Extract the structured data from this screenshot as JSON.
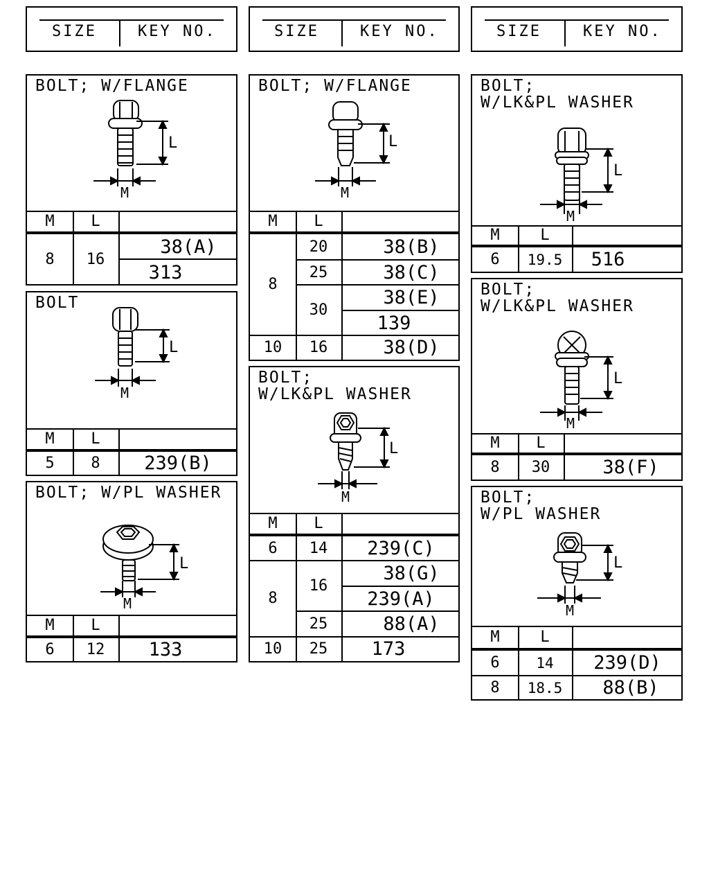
{
  "header": {
    "size_label": "SIZE",
    "key_label": "KEY NO."
  },
  "table_headers": {
    "m": "M",
    "l": "L"
  },
  "dim_labels": {
    "length": "L",
    "diameter": "M"
  },
  "panels": {
    "flange1": {
      "title": "BOLT; W/FLANGE",
      "rows": [
        {
          "m": "8",
          "l": "16",
          "keys": [
            "38(A)",
            "313"
          ]
        }
      ]
    },
    "bolt": {
      "title": "BOLT",
      "rows": [
        {
          "m": "5",
          "l": "8",
          "keys": [
            "239(B)"
          ]
        }
      ]
    },
    "pl_washer1": {
      "title": "BOLT; W/PL WASHER",
      "rows": [
        {
          "m": "6",
          "l": "12",
          "keys": [
            "133"
          ]
        }
      ]
    },
    "flange2": {
      "title": "BOLT; W/FLANGE",
      "m_8": "8",
      "rows": [
        {
          "l": "20",
          "key": "38(B)"
        },
        {
          "l": "25",
          "key": "38(C)"
        },
        {
          "l": "30",
          "keys": [
            "38(E)",
            "139"
          ]
        },
        {
          "m": "10",
          "l": "16",
          "key": "38(D)"
        }
      ]
    },
    "lkpl_mid": {
      "title_line1": "BOLT;",
      "title_line2": "W/LK&PL WASHER",
      "rows": [
        {
          "m": "6",
          "l": "14",
          "key": "239(C)"
        },
        {
          "m": "8",
          "l16": "16",
          "keys16": [
            "38(G)",
            "239(A)"
          ],
          "l25": "25",
          "key25": "88(A)"
        },
        {
          "m": "10",
          "l": "25",
          "key": "173"
        }
      ]
    },
    "lkpl_r1": {
      "title_line1": "BOLT;",
      "title_line2": "W/LK&PL WASHER",
      "rows": [
        {
          "m": "6",
          "l": "19.5",
          "key": "516"
        }
      ]
    },
    "lkpl_r2": {
      "title_line1": "BOLT;",
      "title_line2": "W/LK&PL WASHER",
      "rows": [
        {
          "m": "8",
          "l": "30",
          "key": "38(F)"
        }
      ]
    },
    "pl_washer_r": {
      "title_line1": "BOLT;",
      "title_line2": "W/PL WASHER",
      "rows": [
        {
          "m": "6",
          "l": "14",
          "key": "239(D)"
        },
        {
          "m": "8",
          "l": "18.5",
          "key": "88(B)"
        }
      ]
    }
  }
}
